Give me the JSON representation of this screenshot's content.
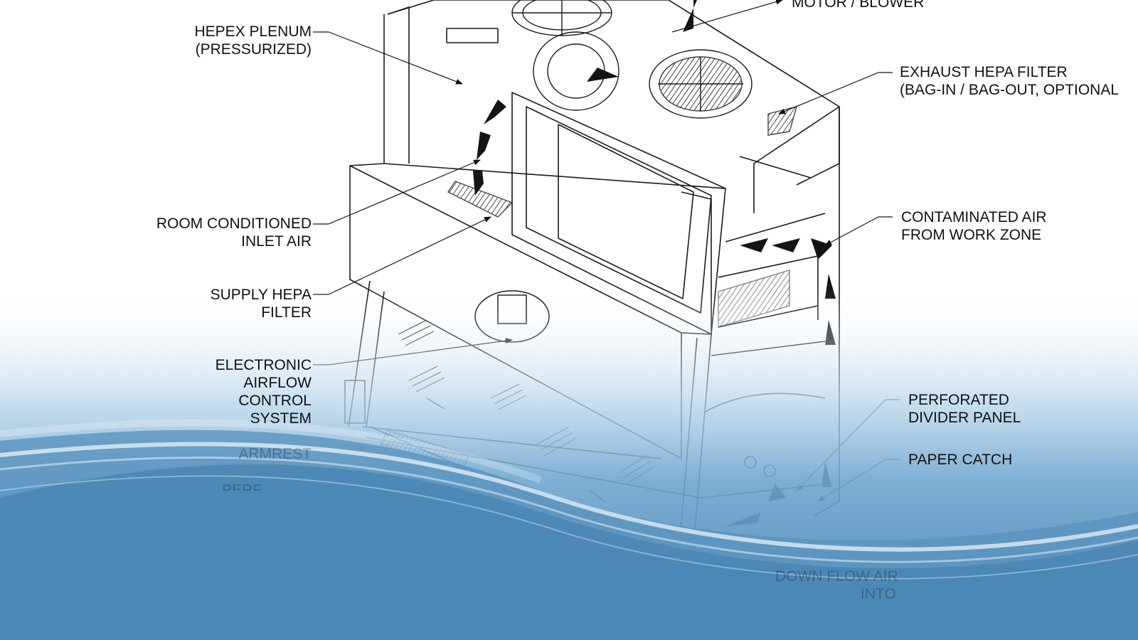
{
  "labels": {
    "motor_blower": "MOTOR / BLOWER",
    "hepex_plenum": [
      "HEPEX PLENUM",
      "(PRESSURIZED)"
    ],
    "exhaust_hepa": [
      "EXHAUST HEPA FILTER",
      "(BAG-IN / BAG-OUT, OPTIONAL"
    ],
    "room_inlet": [
      "ROOM CONDITIONED",
      "INLET AIR"
    ],
    "contaminated_air": [
      "CONTAMINATED AIR",
      "FROM WORK ZONE"
    ],
    "supply_hepa": [
      "SUPPLY HEPA",
      "FILTER"
    ],
    "airflow_control": [
      "ELECTRONIC",
      "AIRFLOW",
      "CONTROL",
      "SYSTEM"
    ],
    "perforated_divider": [
      "PERFORATED",
      "DIVIDER PANEL"
    ],
    "paper_catch": "PAPER CATCH",
    "armrest": "ARMREST",
    "perf_partial": "PERF",
    "down_flow": [
      "DOWN FLOW AIR",
      "INTO"
    ]
  },
  "colors": {
    "line": "#1a1a1a",
    "wave_top": "#cfe3f1",
    "wave_mid": "#6ea6cf",
    "wave_deep": "#4a86b4"
  }
}
